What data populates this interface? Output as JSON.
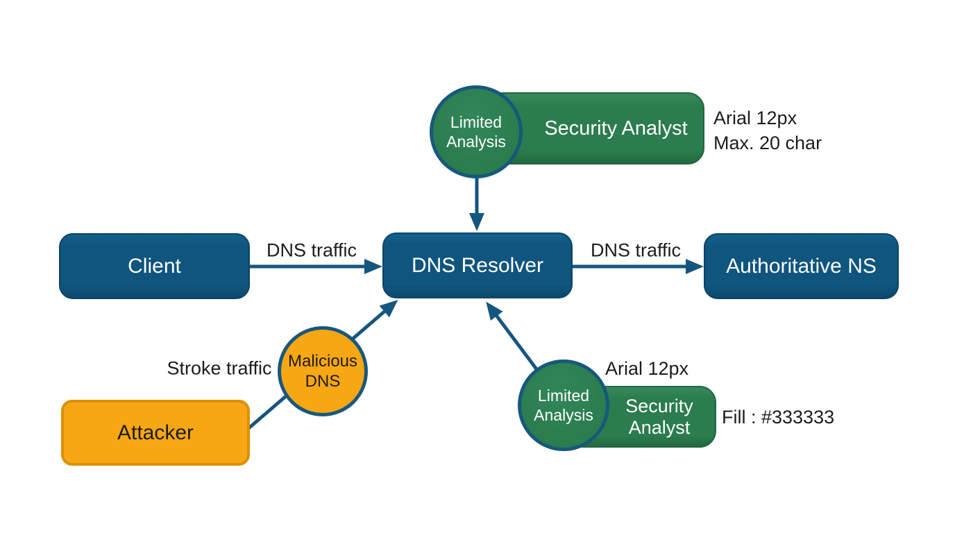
{
  "palette": {
    "background": "#ffffff",
    "diagram_blue": "#0f557e",
    "diagram_blue_border": "#0b436a",
    "diagram_green": "#2b7c4e",
    "diagram_green_border": "#20663f",
    "diagram_orange": "#f7a714",
    "diagram_orange_border": "#de9004",
    "circle_stroke": "#17587c",
    "arrow_color": "#14567e",
    "node_text": "#ffffff",
    "annotation_text": "#1c1c1c"
  },
  "nodes": {
    "client": {
      "label": "Client"
    },
    "dns_resolver": {
      "label": "DNS Resolver"
    },
    "authoritative_ns": {
      "label": "Authoritative NS"
    },
    "attacker": {
      "label": "Attacker"
    },
    "malicious_dns": {
      "line1": "Malicious",
      "line2": "DNS"
    },
    "limited_analysis_top": {
      "line1": "Limited",
      "line2": "Analysis"
    },
    "security_analyst_top": {
      "label": "Security Analyst"
    },
    "limited_analysis_bottom": {
      "line1": "Limited",
      "line2": "Analysis"
    },
    "security_analyst_bottom": {
      "line1": "Security",
      "line2": "Analyst"
    }
  },
  "edge_labels": {
    "client_to_resolver": "DNS traffic",
    "resolver_to_authoritative": "DNS traffic",
    "attacker_to_resolver": "Stroke traffic"
  },
  "annotations": {
    "top_font": "Arial 12px",
    "top_max_chars": "Max. 20 char",
    "bottom_font": "Arial 12px",
    "bottom_fill": "Fill : #333333"
  }
}
